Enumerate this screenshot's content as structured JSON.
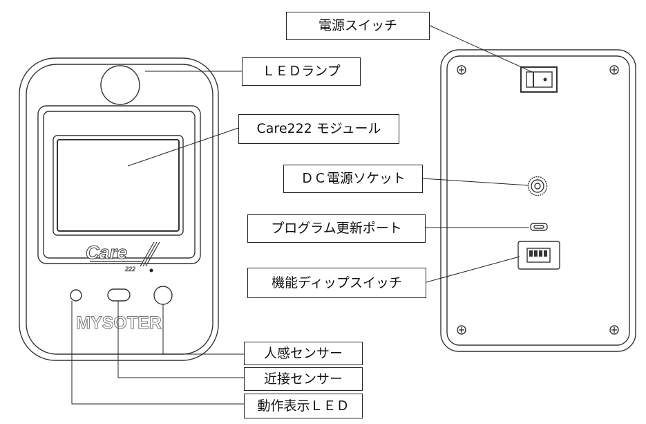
{
  "labels": {
    "power_switch": "電源スイッチ",
    "led_lamp": "ＬＥＤランプ",
    "module": "Care222 モジュール",
    "dc_socket": "ＤＣ電源ソケット",
    "program_port": "プログラム更新ポート",
    "dip_switch": "機能ディップスイッチ",
    "human_sensor": "人感センサー",
    "proximity_sensor": "近接センサー",
    "status_led": "動作表示ＬＥＤ"
  },
  "device": {
    "logo_text": "Care",
    "logo_sub": "222",
    "brand_text": "MYSOTER"
  },
  "colors": {
    "line": "#222222",
    "outline": "#333333",
    "background": "#ffffff"
  }
}
